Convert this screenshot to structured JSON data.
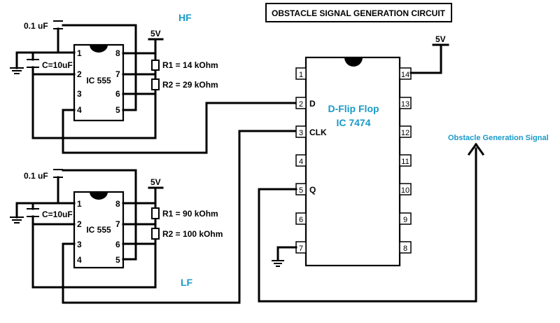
{
  "title": "OBSTACLE SIGNAL GENERATION CIRCUIT",
  "output_label": "Obstacle Generation Signal",
  "colors": {
    "accent": "#1a9ac9",
    "wire": "#000000",
    "background": "#ffffff"
  },
  "flipflop": {
    "name": "D-Flip Flop",
    "part": "IC 7474",
    "supply": "5V",
    "pins_left": [
      "1",
      "2",
      "3",
      "4",
      "5",
      "6",
      "7"
    ],
    "pins_right": [
      "14",
      "13",
      "12",
      "11",
      "10",
      "9",
      "8"
    ],
    "pin_labels": {
      "d": "D",
      "clk": "CLK",
      "q": "Q"
    }
  },
  "hf": {
    "label": "HF",
    "ic": "IC 555",
    "supply": "5V",
    "cap_small": "0.1 uF",
    "cap_large": "C=10uF",
    "r1": "R1 = 14 kOhm",
    "r2": "R2 = 29 kOhm",
    "pins_left": [
      "1",
      "2",
      "3",
      "4"
    ],
    "pins_right": [
      "8",
      "7",
      "6",
      "5"
    ]
  },
  "lf": {
    "label": "LF",
    "ic": "IC 555",
    "supply": "5V",
    "cap_small": "0.1 uF",
    "cap_large": "C=10uF",
    "r1": "R1 = 90 kOhm",
    "r2": "R2 = 100 kOhm",
    "pins_left": [
      "1",
      "2",
      "3",
      "4"
    ],
    "pins_right": [
      "8",
      "7",
      "6",
      "5"
    ]
  }
}
